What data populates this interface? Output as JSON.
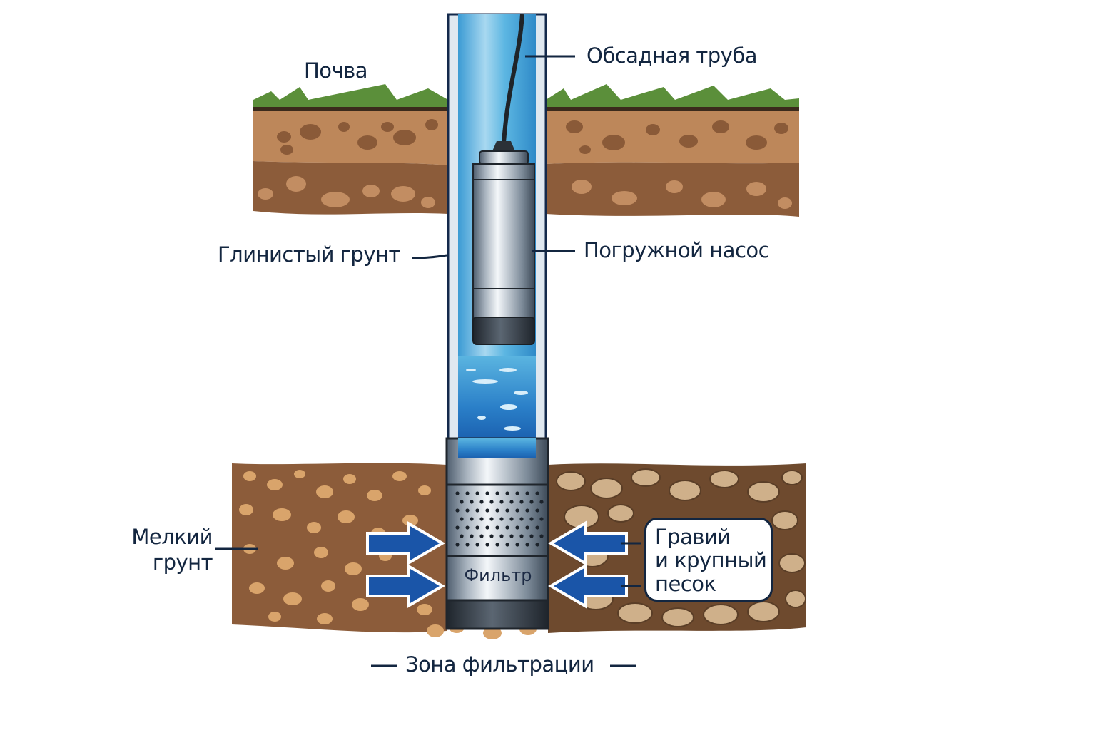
{
  "title": "Схема скважины с погружным насосом",
  "labels": {
    "soil": "Почва",
    "casing": "Обсадная труба",
    "clay": "Глинистый грунт",
    "pump": "Погружной насос",
    "fine_soil_line1": "Мелкий",
    "fine_soil_line2": "грунт",
    "gravel_line1": "Гравий",
    "gravel_line2": "и крупный",
    "gravel_line3": "песок",
    "filter": "Фильтр",
    "zone": "Зона фильтрации"
  },
  "colors": {
    "label_text": "#132640",
    "grass": "#5b8f3a",
    "topsoil": "#b07a4e",
    "subsoil": "#8c5c3a",
    "water": "#2a7fc8",
    "arrow": "#1a55a8",
    "casing": "#dfe8f0"
  },
  "icons": {
    "inflow_arrow": "arrow-right-icon"
  }
}
